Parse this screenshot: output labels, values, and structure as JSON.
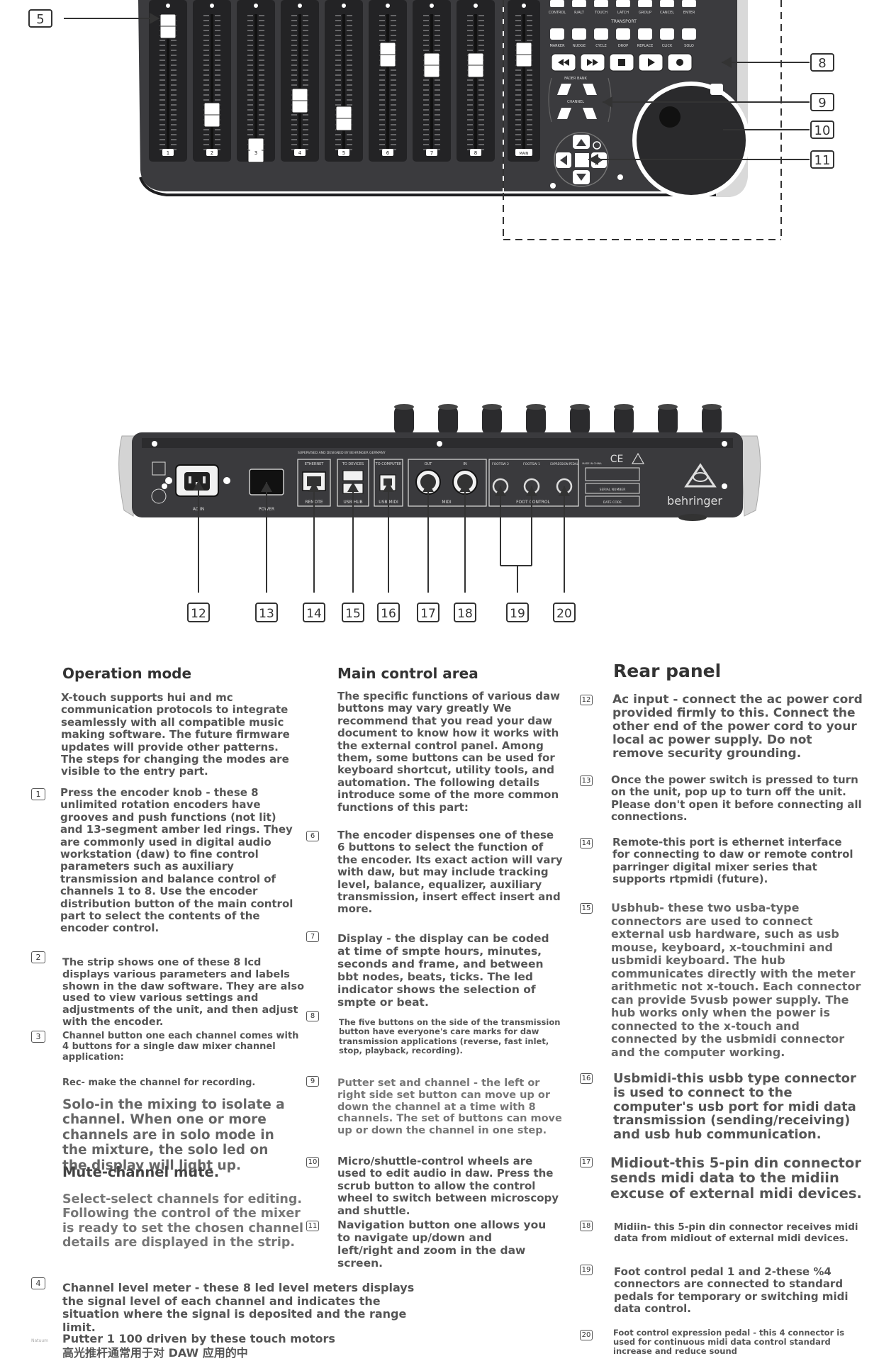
{
  "callouts_top": [
    "5",
    "8",
    "9",
    "10",
    "11"
  ],
  "callouts_rear": [
    "12",
    "13",
    "14",
    "15",
    "16",
    "17",
    "18",
    "19",
    "20"
  ],
  "device_top": {
    "transport_row1": [
      "CONTROL",
      "R/ALT",
      "TOUCH",
      "LATCH",
      "GROUP",
      "CANCEL",
      "ENTER"
    ],
    "transport_header": "TRANSPORT",
    "transport_row2": [
      "MARKER",
      "NUDGE",
      "CYCLE",
      "DROP",
      "REPLACE",
      "CLICK",
      "SOLO"
    ],
    "fader_bank_label": "FADER BANK",
    "channel_label": "CHANNEL",
    "channel_numbers": [
      "1",
      "2",
      "3",
      "4",
      "5",
      "6",
      "7",
      "8"
    ],
    "main_label": "MAIN"
  },
  "device_rear": {
    "ports": [
      "ETHERNET",
      "TO DEVICES",
      "TO COMPUTER",
      "OUT",
      "IN",
      "FOOTSW 2",
      "FOOTSW 1",
      "EXPRESSION PEDAL"
    ],
    "sections": [
      "AC IN",
      "POWER",
      "REMOTE",
      "USB HUB",
      "USB MIDI",
      "MIDI",
      "FOOT CONTROL"
    ],
    "designed_by": "SUPERVISED AND DESIGNED BY\nBEHRINGER GERMANY",
    "serial_label": "SERIAL NUMBER",
    "date_label": "DATE CODE",
    "ce_mark": "CE",
    "brand": "behringer",
    "made_in": "MADE IN CHINA"
  },
  "col1": {
    "heading": "Operation mode",
    "intro": "X-touch supports hui and mc communication protocols to integrate seamlessly with all compatible music making software. The future firmware updates will provide other patterns. The steps for changing the modes are visible to the entry part.",
    "item1_num": "1",
    "item1": "Press the encoder knob - these 8 unlimited rotation encoders have grooves and push functions (not lit) and 13-segment amber led rings. They are commonly used in digital audio workstation (daw) to fine control parameters such as auxiliary transmission and balance control of channels 1 to 8. Use the encoder distribution button of the main control part to select the contents of the encoder control.",
    "item2_num": "2",
    "item2": "The strip shows one of these 8 lcd displays various parameters and labels shown in the daw software. They are also used to view various settings and adjustments of the unit, and then adjust with the encoder.",
    "item3_num": "3",
    "item3": "Channel button one each channel comes with 4 buttons for a single daw mixer channel application:",
    "rec": "Rec- make the channel for recording.",
    "solo": "Solo-in the mixing to isolate a channel. When one or more channels are in solo mode in the mixture, the solo led on the display will light up.",
    "mute": "Mute-channel mute.",
    "select": "Select-select channels for editing. Following the control of the mixer is ready to set the chosen channel details are displayed in the strip.",
    "item4_num": "4",
    "item4": "Channel level meter - these 8 led level meters displays the signal level of each channel and indicates the situation where the signal is deposited and the range limit.",
    "footer_tiny": "Natuum",
    "footer_line": "Putter 1 100 driven by these touch motors",
    "footer_cut": "高光推杆通常用于对 DAW 应用的中"
  },
  "col2": {
    "heading": "Main control area",
    "intro": "The specific functions of various daw buttons may vary greatly We recommend that you read your daw document to know how it works with the external control panel. Among them, some buttons can be used for keyboard shortcut, utility tools, and automation. The following details introduce some of the more common functions of this part:",
    "item6_num": "6",
    "item6": "The encoder dispenses one of these 6 buttons to select the function of the encoder. Its exact action will vary with daw, but may include tracking level, balance, equalizer, auxiliary transmission, insert effect insert and more.",
    "item7_num": "7",
    "item7": "Display - the display can be coded at time of smpte hours, minutes, seconds and frame, and between bbt nodes, beats, ticks. The led indicator shows the selection of smpte or beat.",
    "item8_num": "8",
    "item8": "The five buttons on the side of the transmission button have everyone's care marks for daw transmission applications (reverse, fast inlet, stop, playback, recording).",
    "item9_num": "9",
    "item9": "Putter set and channel - the left or right side set button can move up or down the channel at a time with 8 channels. The set of buttons can move up or down the channel in one step.",
    "item10_num": "10",
    "item10": "Micro/shuttle-control wheels are used to edit audio in daw. Press the scrub button to allow the control wheel to switch between microscopy and shuttle.",
    "item11_num": "11",
    "item11": "Navigation button one allows you to navigate up/down and left/right and zoom in the daw screen."
  },
  "col3": {
    "heading": "Rear panel",
    "item12_num": "12",
    "item12": "Ac input - connect the ac power cord provided firmly to this. Connect the other end of the power cord to your local ac power supply. Do not remove security grounding.",
    "item13_num": "13",
    "item13": "Once the power switch is pressed to turn on the unit, pop up to turn off the unit. Please don't open it before connecting all connections.",
    "item14_num": "14",
    "item14": "Remote-this port is ethernet interface for connecting to daw or remote control parringer digital mixer series that supports rtpmidi (future).",
    "item15_num": "15",
    "item15": "Usbhub- these two usba-type connectors are used to connect external usb hardware, such as usb mouse, keyboard, x-touchmini and usbmidi keyboard. The hub communicates directly with the meter arithmetic not x-touch. Each connector can provide 5vusb power supply. The hub works only when the power is connected to the x-touch and connected by the usbmidi connector and the computer working.",
    "item16_num": "16",
    "item16": "Usbmidi-this usbb type connector is used to connect to the computer's usb port for midi data transmission (sending/receiving) and usb hub communication.",
    "item17_num": "17",
    "item17": "Midiout-this 5-pin din connector sends midi data to the midiin excuse of external midi devices.",
    "item18_num": "18",
    "item18": "Midiin- this 5-pin din connector receives midi data from midiout of external midi devices.",
    "item19_num": "19",
    "item19": "Foot control pedal 1 and 2-these %4 connectors are connected to standard pedals for temporary or switching midi data control.",
    "item20_num": "20",
    "item20": "Foot control expression pedal - this 4 connector is used for continuous midi data control standard increase and reduce sound"
  }
}
